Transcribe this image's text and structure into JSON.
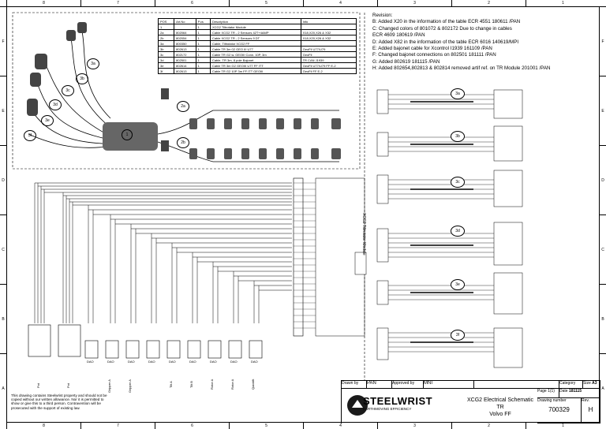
{
  "rulers": {
    "cols": [
      "8",
      "7",
      "6",
      "5",
      "4",
      "3",
      "2",
      "1"
    ],
    "rows": [
      "F",
      "E",
      "D",
      "C",
      "B",
      "A"
    ]
  },
  "bom": {
    "headers": [
      "POS",
      "Art.No",
      "P.cs",
      "Description",
      "Info"
    ],
    "rows": [
      [
        "1",
        "",
        "1",
        "XCG2 Tiltrotator Module",
        ""
      ],
      [
        "2a",
        "802064",
        "1",
        "Cable XCG2 TR - 2 Sensors 42T+4AMP",
        "X18,X20,X26 & X32"
      ],
      [
        "2b",
        "802054",
        "1",
        "Cable XCG2 TR - 2 Sensors 9 DT",
        "X18,X20,X26 & X32"
      ],
      [
        "3a",
        "800350",
        "1",
        "Cable, Tiltrotator XCG2 FF",
        ""
      ],
      [
        "3b",
        "802613",
        "1",
        "Cable TR 3m 02 GEO III U77",
        "GeoFil U77/U79"
      ],
      [
        "3c",
        "802172",
        "1",
        "Cable TR G2 w. GEOIII Conn. 10P, 3m",
        "GeoFil"
      ],
      [
        "3d",
        "802501",
        "1",
        "Cable, TR 3m, 8 pole Bajonet",
        "TR CAN J1939"
      ],
      [
        "3e",
        "802614",
        "1",
        "Cable TR 3m G2 GEOIII U77 FF ITT",
        "GeoFil U77/U79 FF E-2"
      ],
      [
        "3f",
        "802613",
        "1",
        "Cable TR G2 10P 3m FF ITT GEOIII",
        "GeoFil FF E-2"
      ]
    ]
  },
  "revisions": {
    "title": "Revision:",
    "lines": [
      "B: Added X20 in the information of the table ECR 4551 180611 /PAN",
      "C: Changed colors of 801072 & 802172 Due to change in cables",
      "ECR 4609 180619 /PAN",
      "D: Added X82 in the information of the table ECR 6016 140619/MPI",
      "E: Added bajonet cable for Xcontrol I1939 161109 /PAN",
      "F: Changed bajonet connections on 802501 181111 /PAN",
      "G: Added 802619 181115 /PAN",
      "H: Added 802654,802813 & 802814 removed artif ref. on TR Module 201001 /PAN"
    ]
  },
  "callouts": [
    "1",
    "2a",
    "2b",
    "3a",
    "3b",
    "3c",
    "3d",
    "3e",
    "3f"
  ],
  "module_label": "XCG2 Tiltrotator Module",
  "bottom_labels": [
    "Pot",
    "Pot",
    "Gripper A",
    "Gripper A",
    "Tilt A",
    "Tilt B",
    "Rotor A",
    "Rotor A",
    "Quickfit"
  ],
  "dao_label": "DAO",
  "notice": "This drawing contains Steelwrist property and should not be copied without our written allowance. Nor it is permitted to show or give this to a third person. Contravention will be prosecuted with the support of existing law.",
  "titleblock": {
    "drawn_by_label": "Drawn by",
    "drawn_by": "PAN",
    "approved_label": "Approved by",
    "approved": "MNI",
    "brand": "STEELWRIST",
    "slogan": "EARTHMOVING EFFICIENCY",
    "project_line1": "XCG2 Electrical Schematic TR",
    "project_line2": "Volvo FF",
    "category_label": "Category",
    "size_label": "Size",
    "size": "A3",
    "page_label": "Page",
    "page": "1(1)",
    "date_label": "Date",
    "date": "181115",
    "drawing_number_label": "Drawing number",
    "drawing_number": "700329",
    "rev_label": "Rev.",
    "rev": "H"
  },
  "colors": {
    "line": "#000000",
    "dash": "#000000"
  }
}
